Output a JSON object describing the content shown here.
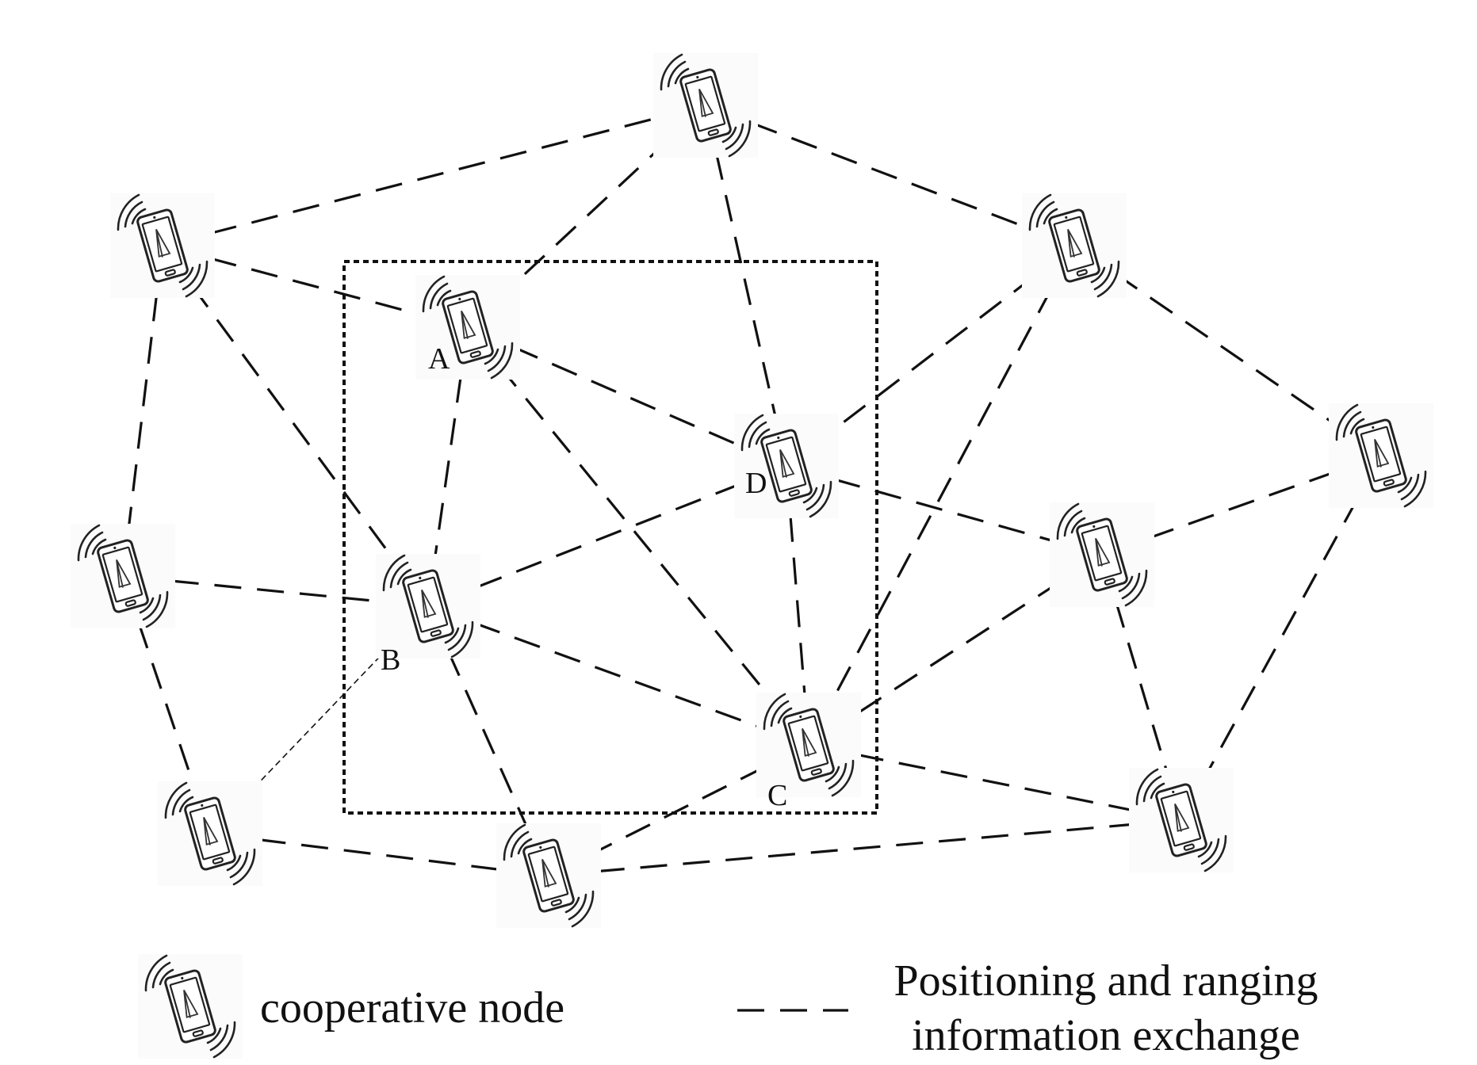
{
  "diagram": {
    "node_icon": "cooperative-node-phone-icon",
    "nodes": [
      {
        "id": "n_top",
        "label": ""
      },
      {
        "id": "n_tl",
        "label": ""
      },
      {
        "id": "A",
        "label": "A"
      },
      {
        "id": "n_tr",
        "label": ""
      },
      {
        "id": "D",
        "label": "D"
      },
      {
        "id": "n_far_r",
        "label": ""
      },
      {
        "id": "n_left",
        "label": ""
      },
      {
        "id": "B",
        "label": "B"
      },
      {
        "id": "n_mr",
        "label": ""
      },
      {
        "id": "C",
        "label": "C"
      },
      {
        "id": "n_bl",
        "label": ""
      },
      {
        "id": "n_bm",
        "label": ""
      },
      {
        "id": "n_br",
        "label": ""
      }
    ],
    "edges": [
      [
        "n_tl",
        "n_top"
      ],
      [
        "n_tl",
        "A"
      ],
      [
        "n_tl",
        "n_left"
      ],
      [
        "n_tl",
        "B"
      ],
      [
        "n_top",
        "A"
      ],
      [
        "n_top",
        "D"
      ],
      [
        "n_top",
        "n_tr"
      ],
      [
        "A",
        "D"
      ],
      [
        "A",
        "B"
      ],
      [
        "A",
        "C"
      ],
      [
        "n_tr",
        "D"
      ],
      [
        "n_tr",
        "C"
      ],
      [
        "n_tr",
        "n_far_r"
      ],
      [
        "D",
        "C"
      ],
      [
        "D",
        "n_mr"
      ],
      [
        "D",
        "B"
      ],
      [
        "n_far_r",
        "n_mr"
      ],
      [
        "n_far_r",
        "n_br"
      ],
      [
        "n_left",
        "B"
      ],
      [
        "n_left",
        "n_bl"
      ],
      [
        "B",
        "C"
      ],
      [
        "B",
        "n_bm"
      ],
      [
        "B",
        "n_bl",
        "thin"
      ],
      [
        "n_mr",
        "C"
      ],
      [
        "n_mr",
        "n_br"
      ],
      [
        "C",
        "n_bm"
      ],
      [
        "C",
        "n_br"
      ],
      [
        "n_bl",
        "n_bm"
      ],
      [
        "n_bm",
        "n_br"
      ]
    ]
  },
  "legend": {
    "node_text": "cooperative node",
    "edge_text_line1": "Positioning and ranging",
    "edge_text_line2": "information exchange"
  }
}
